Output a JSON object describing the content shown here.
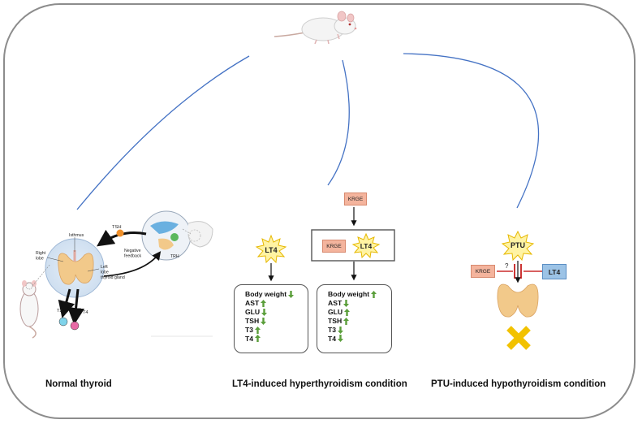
{
  "captions": {
    "normal": "Normal thyroid",
    "hyper": "LT4-induced hyperthyroidism condition",
    "hypo": "PTU-induced hypothyroidism condition"
  },
  "agents": {
    "lt4": "LT4",
    "ptu": "PTU",
    "krge": "KRGE",
    "question": "?"
  },
  "normal_panel": {
    "tsh": "TSH",
    "trh": "TRH",
    "isthmus": "Isthmus",
    "right_lobe": [
      "Right",
      "lobe"
    ],
    "left_lobe": [
      "Left",
      "lobe",
      "thyroid gland"
    ],
    "negative_feedback": [
      "Negative",
      "feedback"
    ],
    "t3": "T3",
    "t4": "T4"
  },
  "lt4_results": {
    "rows": [
      {
        "label": "Body weight",
        "trend": "down"
      },
      {
        "label": "AST",
        "trend": "up"
      },
      {
        "label": "GLU",
        "trend": "down"
      },
      {
        "label": "TSH",
        "trend": "down"
      },
      {
        "label": "T3",
        "trend": "up"
      },
      {
        "label": "T4",
        "trend": "up"
      }
    ]
  },
  "krge_results": {
    "rows": [
      {
        "label": "Body weight",
        "trend": "up"
      },
      {
        "label": "AST",
        "trend": "down"
      },
      {
        "label": "GLU",
        "trend": "up"
      },
      {
        "label": "TSH",
        "trend": "up"
      },
      {
        "label": "T3",
        "trend": "down"
      },
      {
        "label": "T4",
        "trend": "down"
      }
    ]
  },
  "colors": {
    "frame": "#8c8c8c",
    "branch_line": "#4472c4",
    "arrow_green": "#5a9e3a",
    "krge_fill": "#f4b49d",
    "lt4_box_fill": "#9cc3e6",
    "burst_fill": "#fff3a3",
    "burst_stroke": "#e6b800",
    "thyroid_fill": "#f2c98a",
    "x_mark": "#f2c200",
    "inhibit": "#c00000",
    "t3_dot": "#7fd3ea",
    "t4_dot": "#e86aa6",
    "tsh_dot": "#f0902a",
    "trh_dot": "#5cb85c"
  },
  "icons": {
    "animal": "rat-icon",
    "up": "green-up-arrow-icon",
    "down": "green-down-arrow-icon",
    "blocked": "x-mark-icon"
  }
}
